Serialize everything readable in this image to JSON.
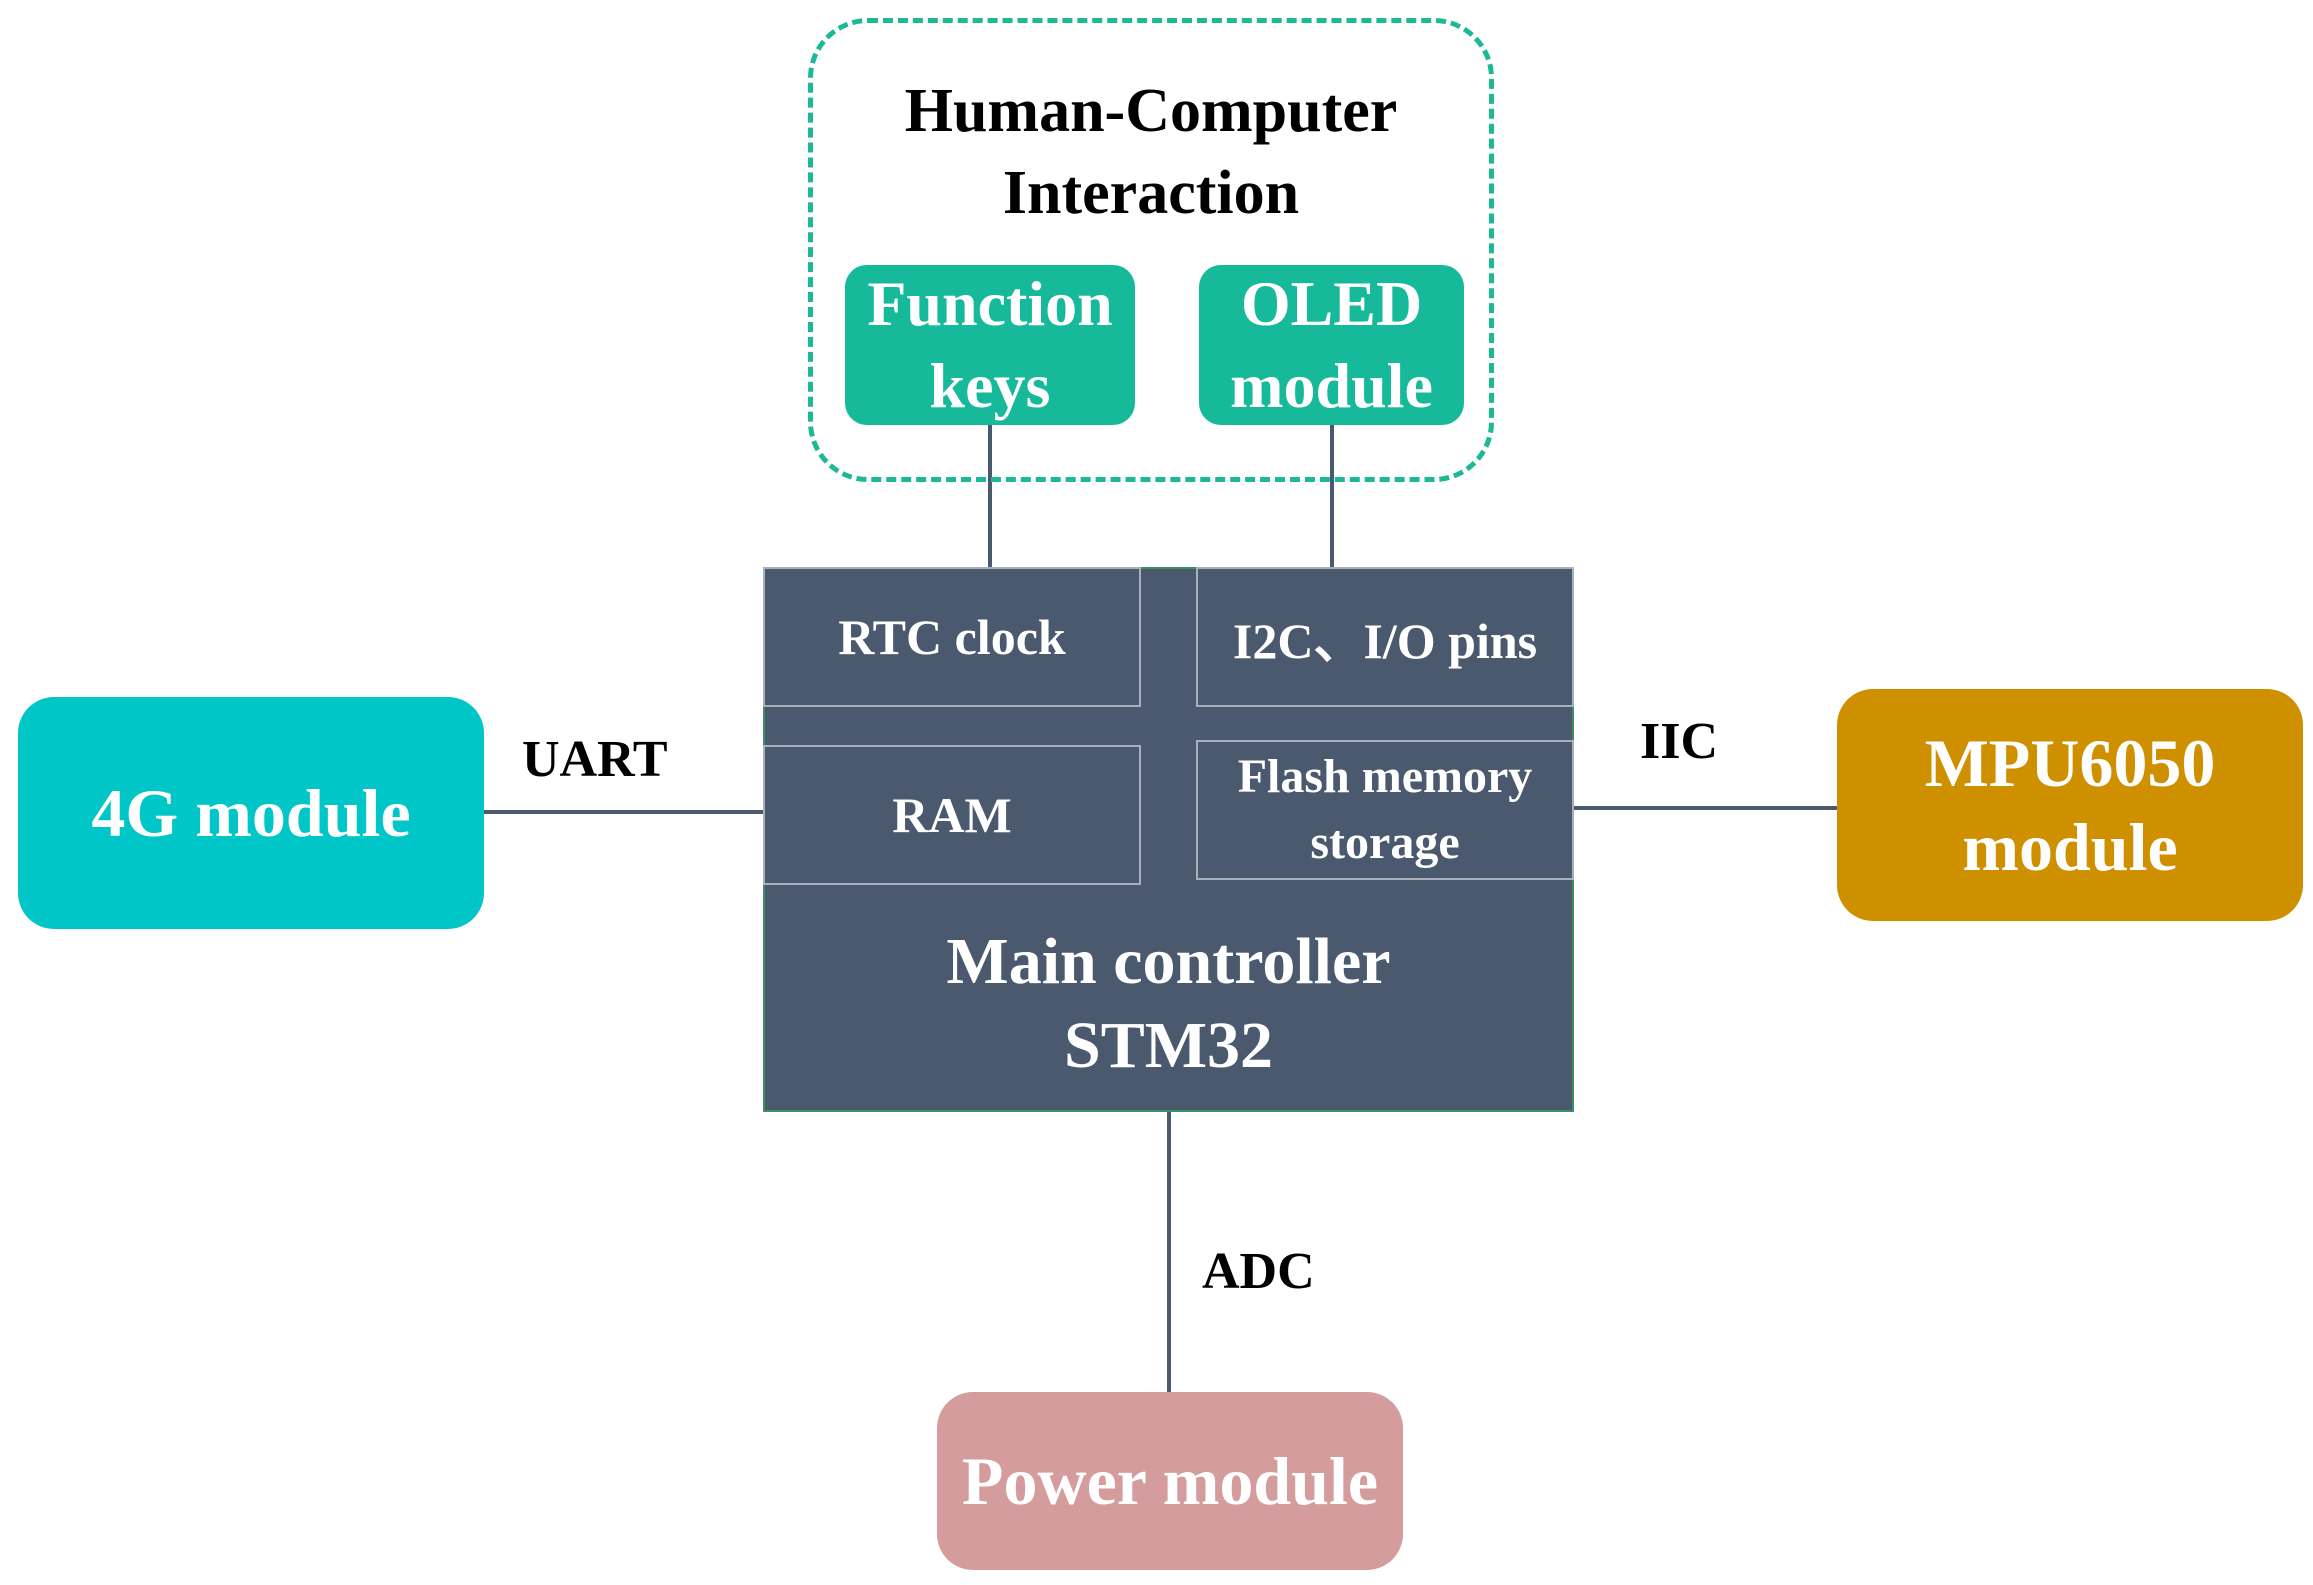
{
  "hci_group": {
    "title_line1": "Human-Computer",
    "title_line2": "Interaction",
    "function_keys": [
      "Function",
      "keys"
    ],
    "oled_module": [
      "OLED",
      "module"
    ]
  },
  "controller": {
    "rtc": "RTC clock",
    "i2c": "I2C、I/O pins",
    "ram": "RAM",
    "flash": [
      "Flash memory",
      "storage"
    ],
    "main_line1": "Main controller",
    "main_line2": "STM32"
  },
  "modules": {
    "four_g": "4G module",
    "mpu": [
      "MPU6050",
      "module"
    ],
    "power": "Power module"
  },
  "connections": {
    "uart": "UART",
    "iic": "IIC",
    "adc": "ADC"
  },
  "colors": {
    "hci_teal": "#16b99a",
    "controller": "#4a596e",
    "four_g": "#00c6c8",
    "mpu": "#cf9000",
    "power": "#d49c9c"
  }
}
